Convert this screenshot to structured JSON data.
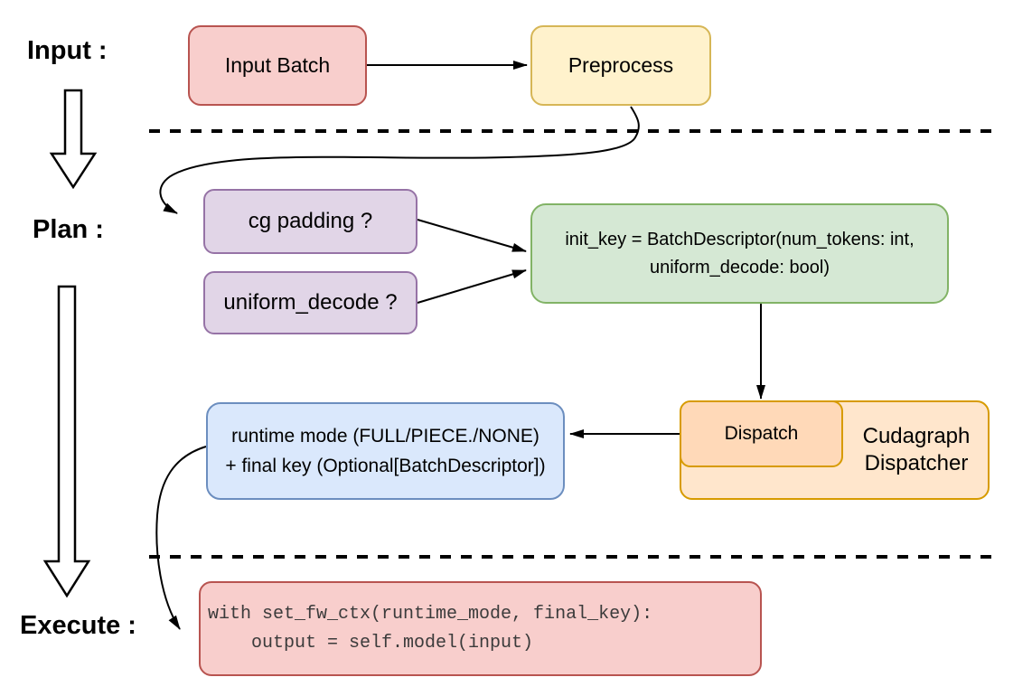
{
  "labels": {
    "input": "Input :",
    "plan": "Plan :",
    "execute": "Execute :"
  },
  "nodes": {
    "input_batch": "Input Batch",
    "preprocess": "Preprocess",
    "cg_padding": "cg padding ?",
    "uniform_decode": "uniform_decode ?",
    "init_key_line1": "init_key = BatchDescriptor(num_tokens: int,",
    "init_key_line2": "uniform_decode: bool)",
    "dispatch": "Dispatch",
    "dispatcher_line1": "Cudagraph",
    "dispatcher_line2": "Dispatcher",
    "runtime_line1": "runtime mode (FULL/PIECE./NONE)",
    "runtime_line2": "+ final key (Optional[BatchDescriptor])",
    "code_line1": "with set_fw_ctx(runtime_mode, final_key):",
    "code_line2": "    output = self.model(input)"
  },
  "colors": {
    "red_fill": "#f8cecc",
    "red_stroke": "#b85450",
    "yellow_fill": "#fff2cc",
    "yellow_stroke": "#d6b656",
    "purple_fill": "#e1d5e7",
    "purple_stroke": "#9673a6",
    "green_fill": "#d5e8d4",
    "green_stroke": "#82b366",
    "blue_fill": "#dae8fc",
    "blue_stroke": "#6c8ebf",
    "orange_fill": "#ffe6cc",
    "orange_inner_fill": "#ffd9b8",
    "orange_stroke": "#d79b00",
    "line_color": "#000000",
    "code_text": "#3b3b3b"
  }
}
